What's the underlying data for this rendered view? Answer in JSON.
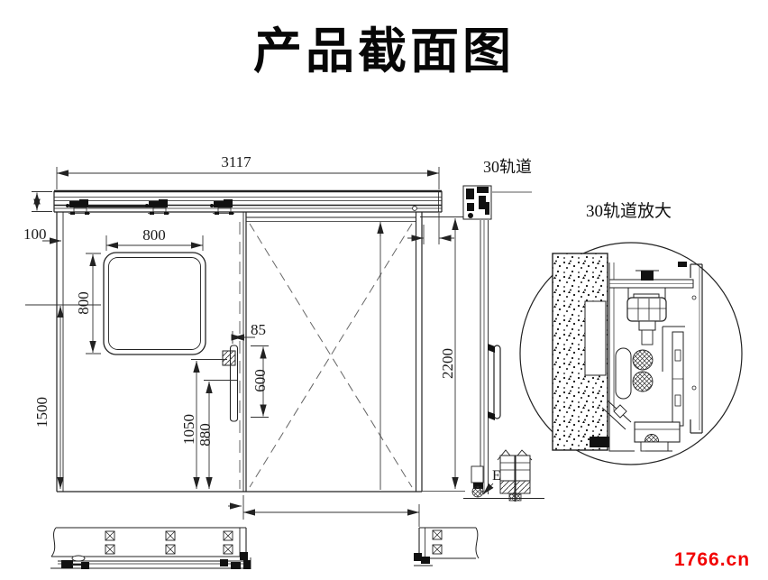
{
  "title": "产品截面图",
  "labels": {
    "track": "30轨道",
    "track_detail": "30轨道放大",
    "detail_marker": "E"
  },
  "dimensions": {
    "overall_width": "3117",
    "edge_offset": "100",
    "window_width": "800",
    "window_height": "800",
    "handle_offset": "85",
    "handle_length": "600",
    "lock_center_height": "1050",
    "handle_bottom_height": "880",
    "panel_ref_height": "1500",
    "door_height": "2200"
  },
  "watermark": "1766.cn",
  "colors": {
    "line": "#222222",
    "watermark_red": "#f20000"
  }
}
